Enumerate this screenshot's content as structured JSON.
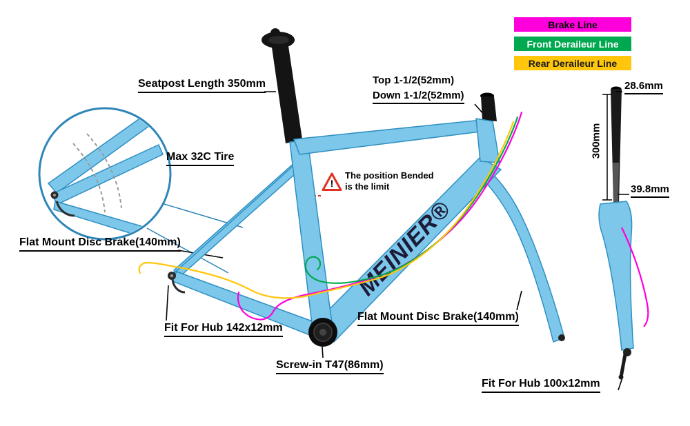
{
  "colors": {
    "frame_blue": "#7CC7EA",
    "frame_blue_dark": "#2F8FC2",
    "brake_line": "#FF00DC",
    "front_derailleur_line": "#00A94F",
    "rear_derailleur_line": "#FFC60B",
    "leader_line": "#000000",
    "inset_stroke": "#2E86B8",
    "warning_red": "#E03022"
  },
  "legend": {
    "items": [
      {
        "label": "Brake Line",
        "color": "#FF00DC"
      },
      {
        "label": "Front Deraileur Line",
        "color": "#00A94F"
      },
      {
        "label": "Rear Deraileur Line",
        "color": "#FFC60B"
      }
    ]
  },
  "brand": {
    "logo": "MEINIER®"
  },
  "annotations": {
    "seatpost_length": "Seatpost Length 350mm",
    "headset_top": "Top 1-1/2(52mm)",
    "headset_down": "Down 1-1/2(52mm)",
    "steerer_diameter": "28.6mm",
    "steerer_length": "300mm",
    "crown_diameter": "39.8mm",
    "max_tire": "Max 32C Tire",
    "warning_line1": "The position Bended",
    "warning_line2": "is the limit",
    "warning_symbol": "!",
    "rear_disc": "Flat Mount Disc Brake(140mm)",
    "rear_hub": "Fit For Hub 142x12mm",
    "fork_disc": "Flat Mount Disc Brake(140mm)",
    "bottom_bracket": "Screw-in T47(86mm)",
    "front_hub": "Fit For Hub 100x12mm"
  }
}
